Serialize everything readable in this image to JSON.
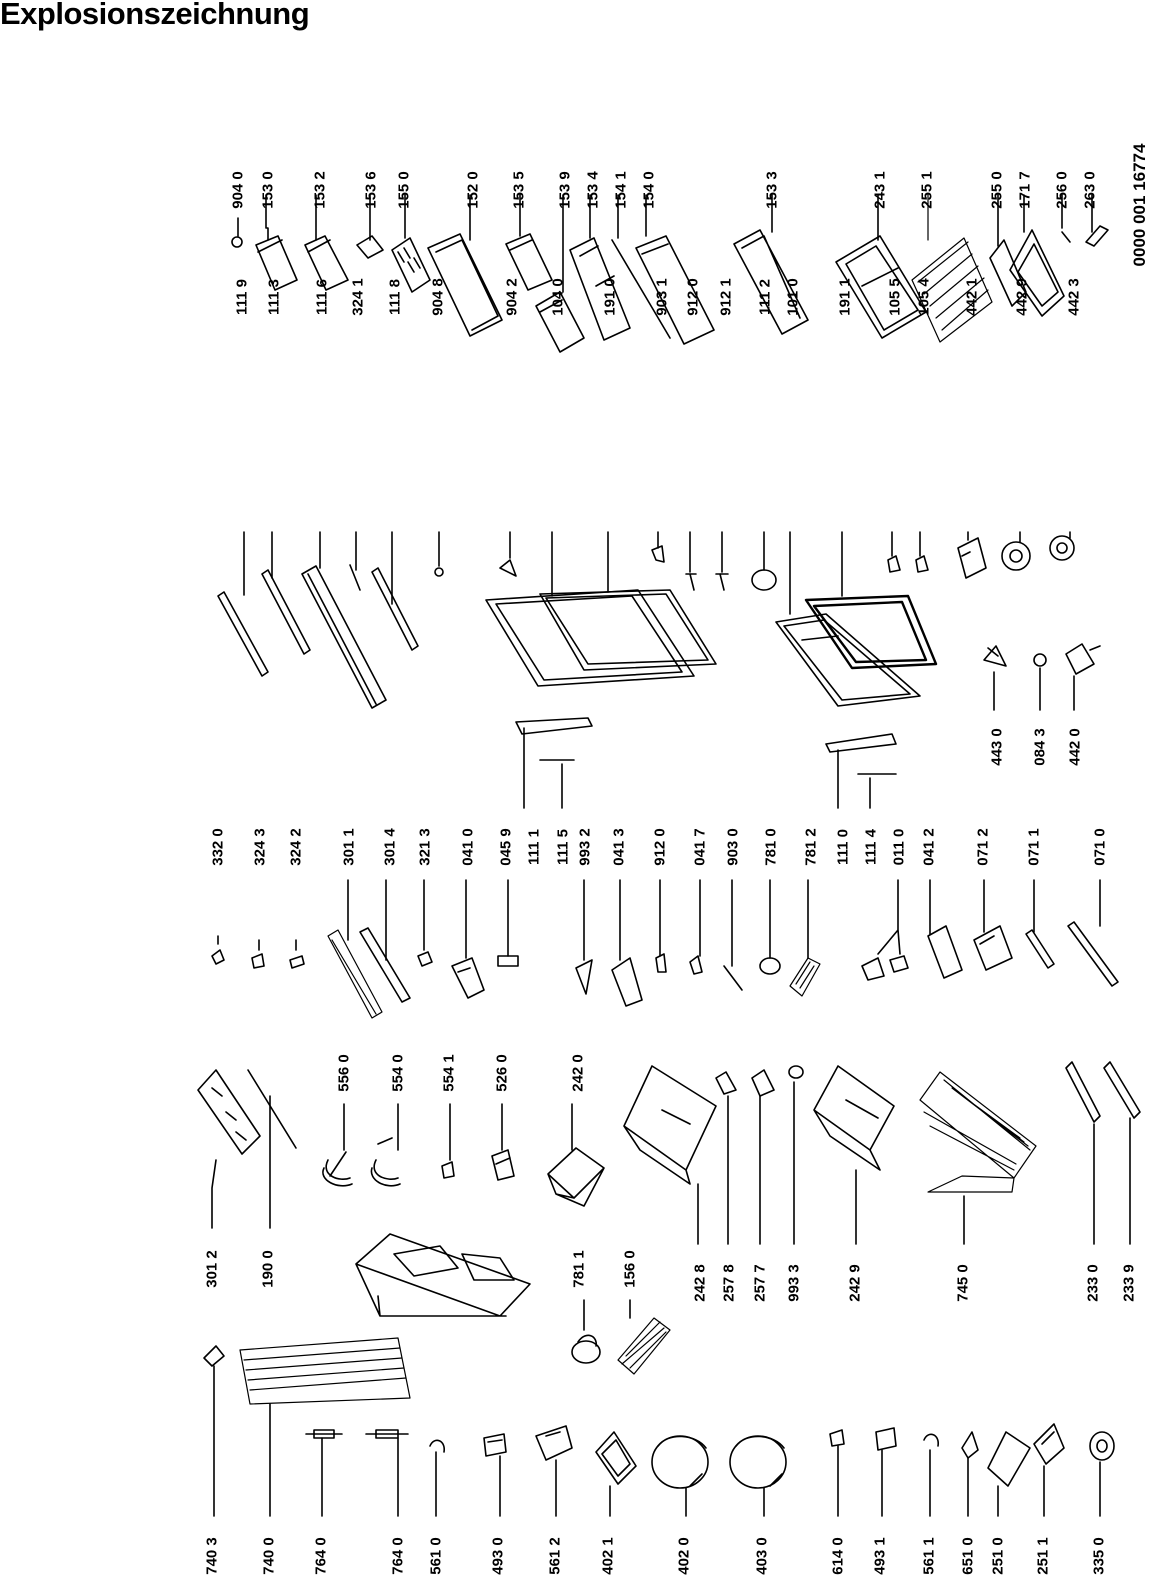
{
  "title": "Explosionszeichnung",
  "document_number": "0000 001 16774",
  "labels": {
    "l9040": "904 0",
    "l1530": "153 0",
    "l1532": "153 2",
    "l1536": "153 6",
    "l1550": "155 0",
    "l1520": "152 0",
    "l1535": "153 5",
    "l1539": "153 9",
    "l1534": "153 4",
    "l1541": "154 1",
    "l1540": "154 0",
    "l1533": "153 3",
    "l2431": "243 1",
    "l2551": "255 1",
    "l2550": "255 0",
    "l1717": "171 7",
    "l2560": "256 0",
    "l2630": "263 0",
    "l1119": "111 9",
    "l1113": "111 3",
    "l1116": "111 6",
    "l3241": "324 1",
    "l1118": "111 8",
    "l9048": "904 8",
    "l9042": "904 2",
    "l1040": "104 0",
    "l1910": "191 0",
    "l9031": "903 1",
    "l9120": "912 0",
    "l9121": "912 1",
    "l1112": "111 2",
    "l1010": "101 0",
    "l1911": "191 1",
    "l1055": "105 5",
    "l1054": "105 4",
    "l4421": "442 1",
    "l4429": "442 9",
    "l4423": "442 3",
    "l4430": "443 0",
    "l0843": "084 3",
    "l4420": "442 0",
    "l3320": "332 0",
    "l3243": "324 3",
    "l3242": "324 2",
    "l3011": "301 1",
    "l3014": "301 4",
    "l3213": "321 3",
    "l0410": "041 0",
    "l0459": "045 9",
    "l1111": "111 1",
    "l1115": "111 5",
    "l9932": "993 2",
    "l0413": "041 3",
    "l9120b": "912 0",
    "l0417": "041 7",
    "l9030": "903 0",
    "l7810": "781 0",
    "l7812": "781 2",
    "l1110": "111 0",
    "l1114": "111 4",
    "l0110": "011 0",
    "l0412": "041 2",
    "l0712": "071 2",
    "l0711": "071 1",
    "l0710": "071 0",
    "l5560": "556 0",
    "l5540": "554 0",
    "l5541": "554 1",
    "l5260": "526 0",
    "l2420": "242 0",
    "l3012": "301 2",
    "l1900": "190 0",
    "l7811": "781 1",
    "l1560": "156 0",
    "l2428": "242 8",
    "l2578": "257 8",
    "l2577": "257 7",
    "l9933": "993 3",
    "l2429": "242 9",
    "l7450": "745 0",
    "l2330": "233 0",
    "l2339": "233 9",
    "l7403": "740 3",
    "l7400": "740 0",
    "l7640": "764 0",
    "l7640b": "764 0",
    "l5610": "561 0",
    "l4930": "493 0",
    "l5612": "561 2",
    "l4021": "402 1",
    "l4020": "402 0",
    "l4030": "403 0",
    "l6140": "614 0",
    "l4931": "493 1",
    "l5611": "561 1",
    "l6510": "651 0",
    "l2510": "251 0",
    "l2511": "251 1",
    "l3350": "335 0"
  }
}
